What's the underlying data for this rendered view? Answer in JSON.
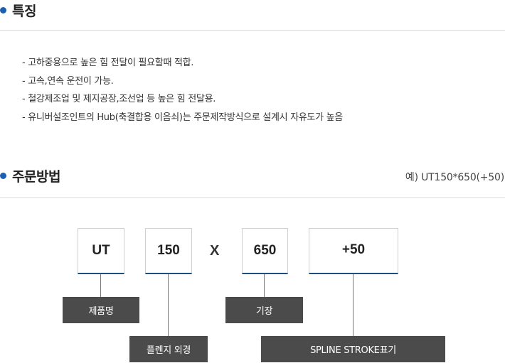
{
  "features": {
    "title": "특징",
    "items": [
      "- 고하중용으로 높은 힘 전달이 필요할때 적합.",
      "- 고속,연속 운전이 가능.",
      "- 철강제조업 및 제지공장,조선업 등 높은 힘 전달용.",
      "- 유니버설조인트의 Hub(축결합용 이음쇠)는 주문제작방식으로 설계시 자유도가 높음"
    ]
  },
  "order": {
    "title": "주문방법",
    "example": "예) UT150*650(+50)",
    "codes": {
      "product": "UT",
      "flange": "150",
      "separator": "X",
      "length": "650",
      "stroke": "+50"
    },
    "labels": {
      "product": "제품명",
      "flange": "플렌지 외경",
      "length": "기장",
      "stroke": "SPLINE STROKE표기"
    }
  },
  "colors": {
    "accent": "#1b5fb1",
    "label_bg": "#4b4b4b",
    "box_underline": "#1d4e80"
  }
}
